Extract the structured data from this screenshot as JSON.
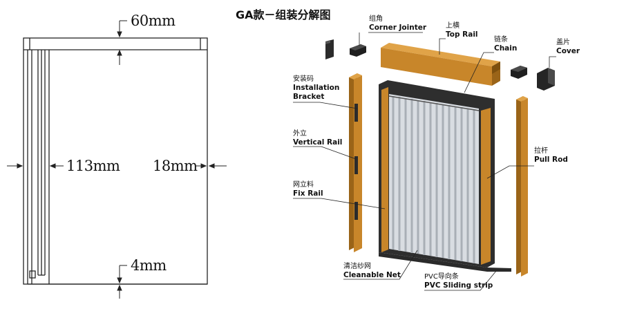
{
  "title": "GA款－组装分解图",
  "dimensions": {
    "top_gap": "60mm",
    "left_width": "113mm",
    "right_width": "18mm",
    "bottom_gap": "4mm"
  },
  "parts": {
    "corner_jointer": {
      "cn": "组角",
      "en": "Corner Jointer"
    },
    "top_rail": {
      "cn": "上横",
      "en": "Top Rail"
    },
    "chain": {
      "cn": "链条",
      "en": "Chain"
    },
    "cover": {
      "cn": "盖片",
      "en": "Cover"
    },
    "installation_bracket": {
      "cn": "安装码",
      "en1": "Installation",
      "en2": "Bracket"
    },
    "vertical_rail": {
      "cn": "外立",
      "en": "Vertical Rail"
    },
    "pull_rod": {
      "cn": "拉杆",
      "en": "Pull Rod"
    },
    "fix_rail": {
      "cn": "网立料",
      "en": "Fix Rail"
    },
    "cleanable_net": {
      "cn": "清洁纱网",
      "en": "Cleanable Net"
    },
    "pvc_sliding_strip": {
      "cn": "PVC导向条",
      "en": "PVC Sliding strip"
    }
  },
  "colors": {
    "wood": "#c8862a",
    "wood_dark": "#8a5a14",
    "frame_dark": "#2e2e2e",
    "mesh_light": "#d9dde2",
    "mesh_mid": "#a9afb6"
  }
}
